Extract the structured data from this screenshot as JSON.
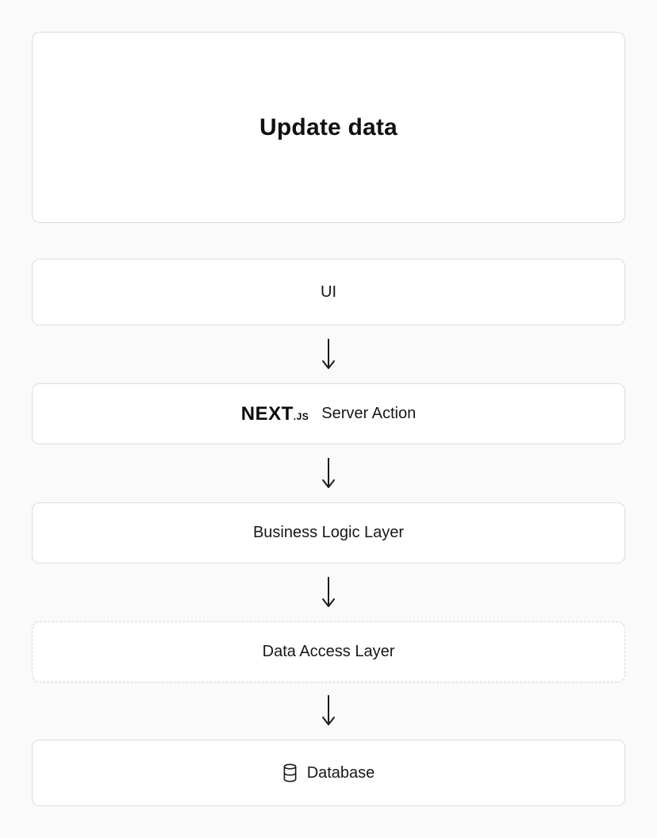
{
  "page": {
    "background_color": "#fafafa",
    "card_background_color": "#ffffff",
    "card_border_color": "#dcdcdc",
    "dashed_border_color": "#d4d4d4",
    "text_color": "#171717",
    "arrow_color": "#1a1a1a"
  },
  "header": {
    "title": "Update data"
  },
  "flow": {
    "nodes": [
      {
        "id": "ui",
        "label": "UI",
        "border_style": "solid"
      },
      {
        "id": "server-action",
        "logo_main": "NEXT",
        "logo_suffix": ".js",
        "label": "Server Action",
        "border_style": "solid"
      },
      {
        "id": "business-logic-layer",
        "label": "Business Logic Layer",
        "border_style": "solid"
      },
      {
        "id": "data-access-layer",
        "label": "Data Access Layer",
        "border_style": "dashed"
      },
      {
        "id": "database",
        "label": "Database",
        "icon": "database-icon",
        "border_style": "solid"
      }
    ],
    "arrows": [
      {
        "from": "ui",
        "to": "server-action"
      },
      {
        "from": "server-action",
        "to": "business-logic-layer"
      },
      {
        "from": "business-logic-layer",
        "to": "data-access-layer"
      },
      {
        "from": "data-access-layer",
        "to": "database"
      }
    ]
  }
}
